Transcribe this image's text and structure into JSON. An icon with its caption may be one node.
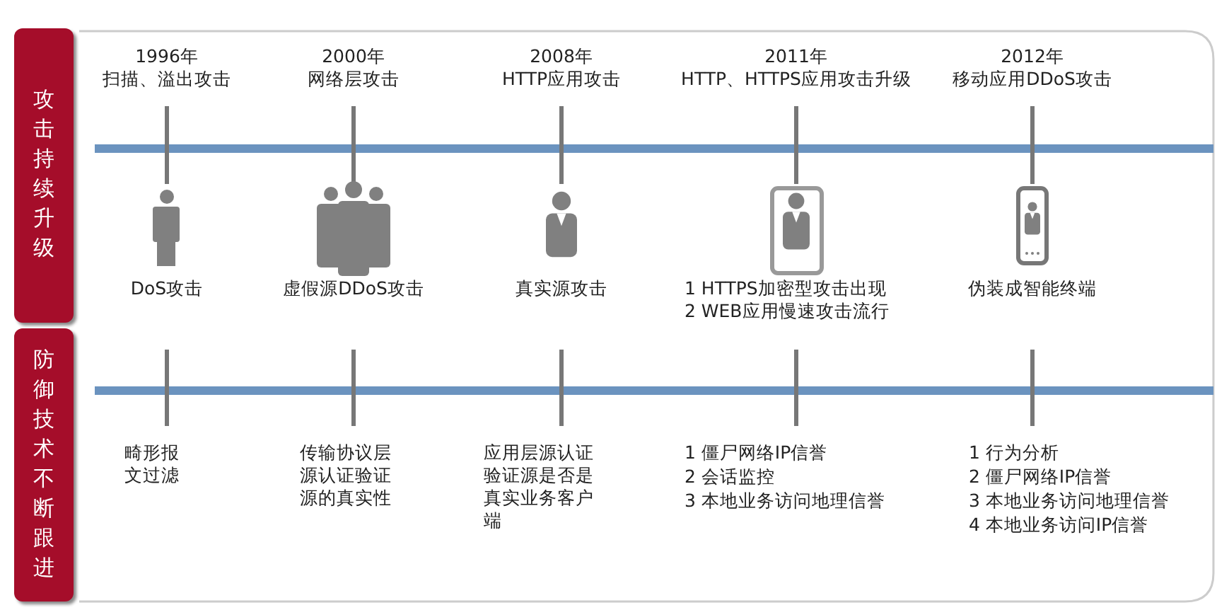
{
  "diagram": {
    "nodes": [
      {
        "text": [
          "攻击持续升级"
        ]
      },
      {
        "text": [
          "防御技术不断跟进"
        ]
      }
    ],
    "labels": [
      "1996年",
      "扫描、溢出攻击",
      "2000年",
      "网络层攻击",
      "2008年",
      "HTTP应用攻击",
      "2011年",
      "HTTP、HTTPS应用攻击升级",
      "2012年",
      "移动应用DDoS攻击",
      "DoS攻击",
      "虚假源DDoS攻击",
      "真实源攻击",
      "1 HTTPS加密型攻击出现",
      "2 WEB应用慢速攻击流行",
      "伪装成智能终端",
      "畸形报文过滤",
      "传输协议层源认证验证源的真实性",
      "应用层源认证验证源是否是真实业务客户端",
      "1 僵尸网络IP信誉",
      "2 会话监控",
      "3 本地业务访问地理信誉",
      "1 行为分析",
      "2 僵尸网络IP信誉",
      "3 本地业务访问地理信誉",
      "4 本地业务访问IP信誉"
    ]
  }
}
